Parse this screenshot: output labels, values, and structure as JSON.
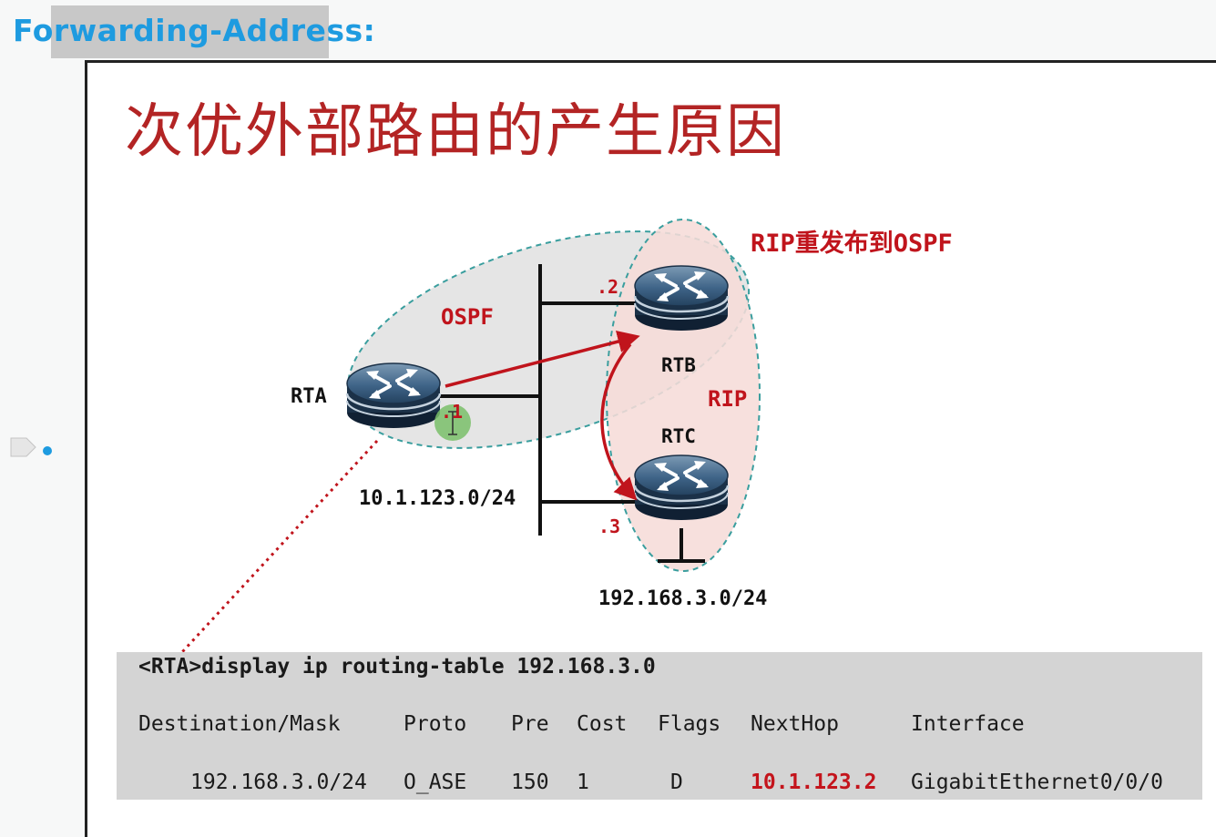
{
  "heading": "Forwarding-Address:",
  "slide": {
    "title": "次优外部路由的产生原因"
  },
  "diagram": {
    "redistribute_label": "RIP重发布到OSPF",
    "ospf_label": "OSPF",
    "rip_label": "RIP",
    "routers": {
      "rta": "RTA",
      "rtb": "RTB",
      "rtc": "RTC"
    },
    "interfaces": {
      "rta": ".1",
      "rtb": ".2",
      "rtc": ".3"
    },
    "shared_network": "10.1.123.0/24",
    "stub_network": "192.168.3.0/24"
  },
  "terminal": {
    "command": "<RTA>display ip routing-table 192.168.3.0",
    "columns": [
      "Destination/Mask",
      "Proto",
      "Pre",
      "Cost",
      "Flags",
      "NextHop",
      "Interface"
    ],
    "row": {
      "destination": "192.168.3.0/24",
      "proto": "O_ASE",
      "pre": "150",
      "cost": "1",
      "flags": "D",
      "nexthop": "10.1.123.2",
      "interface": "GigabitEthernet0/0/0"
    }
  },
  "colors": {
    "heading": "#1e9be0",
    "title": "#b32424",
    "arrow": "#c0141c",
    "ospf_region_border": "#3a9e9e",
    "rip_region_fill": "#f6dcd8"
  }
}
